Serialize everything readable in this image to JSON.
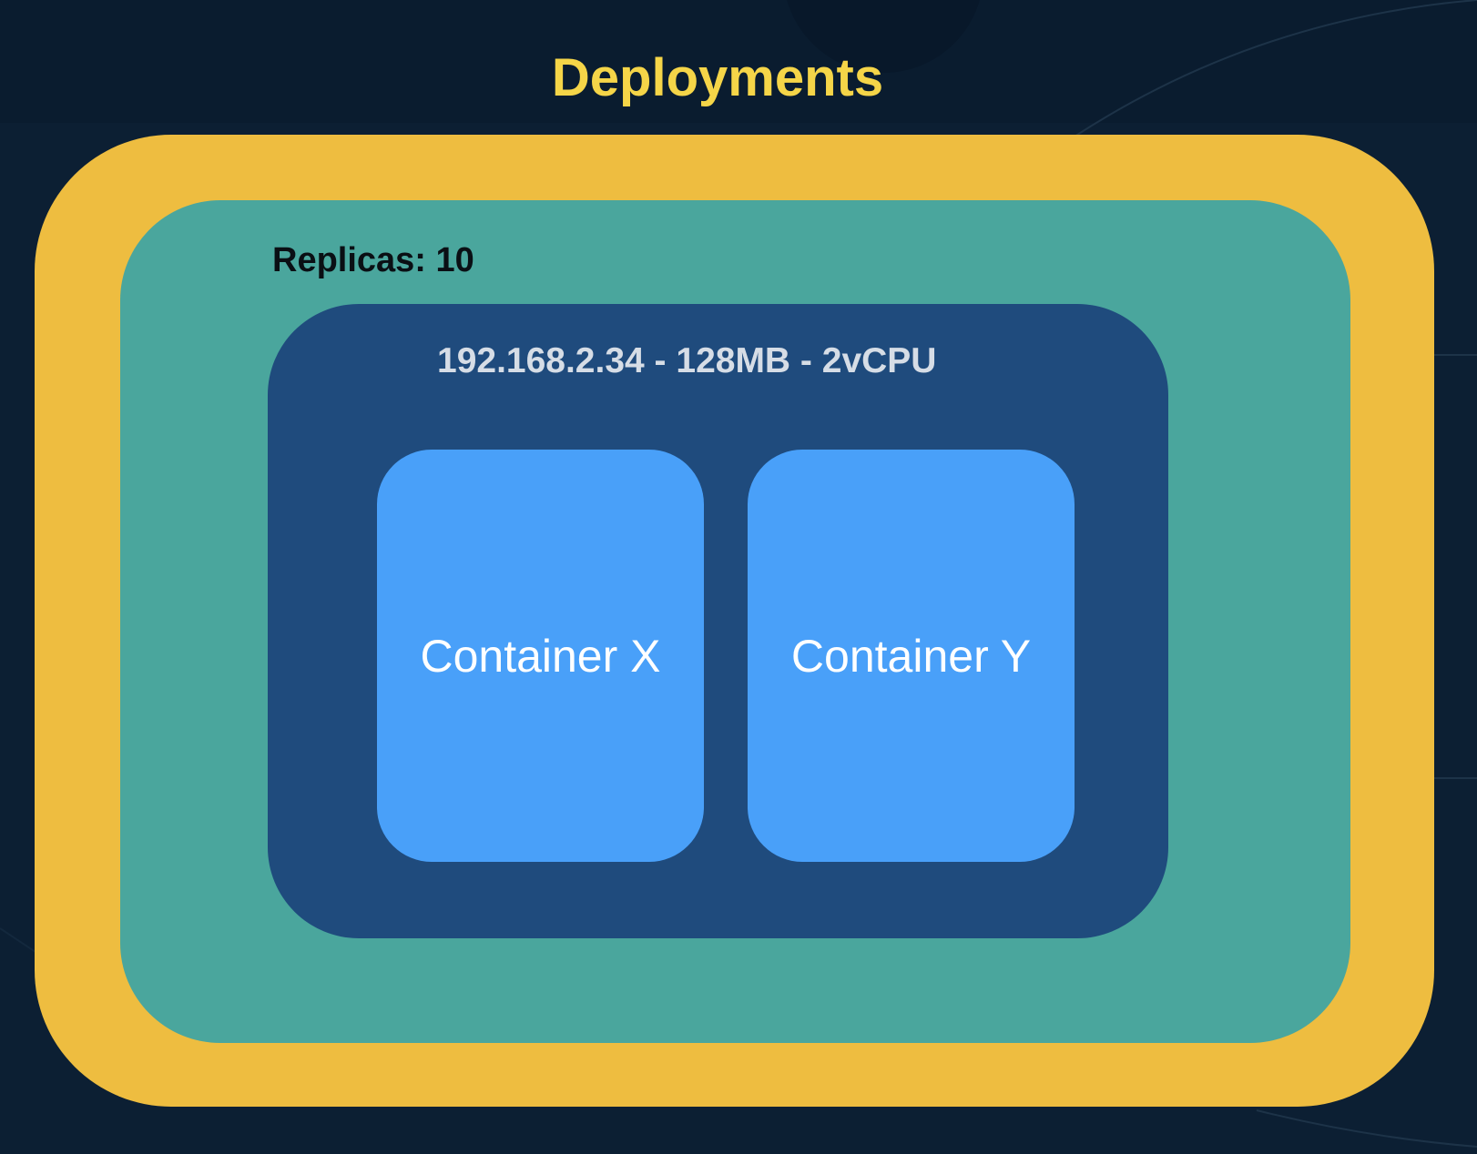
{
  "title": "Deployments",
  "replicaset": {
    "label": "Replicas: 10"
  },
  "pod": {
    "label": "192.168.2.34 - 128MB - 2vCPU"
  },
  "containers": [
    {
      "label": "Container X"
    },
    {
      "label": "Container Y"
    }
  ],
  "colors": {
    "background": "#0c1f33",
    "title": "#f5d548",
    "deployment": "#eebd40",
    "replicaset": "#4aa69d",
    "pod": "#1f4b7d",
    "container": "#49a0f9"
  }
}
